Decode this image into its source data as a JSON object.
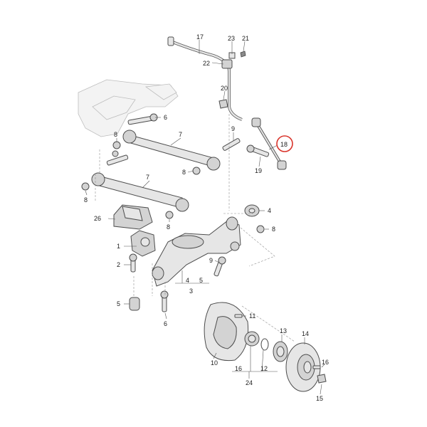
{
  "colors": {
    "highlight": "#d9342b",
    "line": "#555555",
    "part_fill": "#e6e6e6"
  },
  "labels": {
    "l17": "17",
    "l23": "23",
    "l21": "21",
    "l22": "22",
    "l20": "20",
    "l6a": "6",
    "l7a": "7",
    "l9a": "9",
    "l8a": "8",
    "l18": "18",
    "l19": "19",
    "l8b": "8",
    "l7b": "7",
    "l8c": "8",
    "l8d": "8",
    "l4a": "4",
    "l26": "26",
    "l8e": "8",
    "l1": "1",
    "l2": "2",
    "l9b": "9",
    "l4b": "4",
    "l5b": "5",
    "l3": "3",
    "l5a": "5",
    "l6b": "6",
    "l11": "11",
    "l13": "13",
    "l14": "14",
    "l10": "10",
    "l16a": "16",
    "l12": "12",
    "l24": "24",
    "l16b": "16",
    "l15": "15"
  }
}
